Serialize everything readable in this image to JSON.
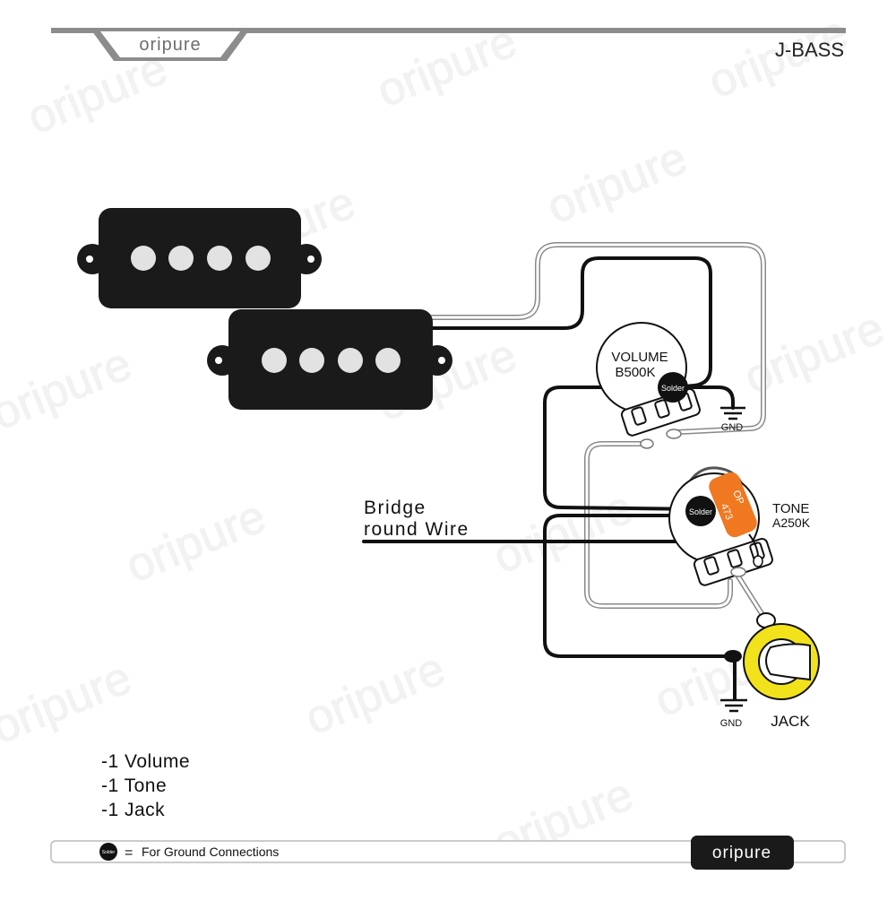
{
  "header": {
    "brand": "oripure",
    "model": "J-BASS"
  },
  "watermark": {
    "text": "oripure"
  },
  "components": {
    "volume": {
      "name": "VOLUME",
      "value": "B500K"
    },
    "tone": {
      "name": "TONE",
      "value": "A250K"
    },
    "capacitor": {
      "line1": "OP",
      "line2": "473"
    },
    "jack": {
      "name": "JACK"
    },
    "ground_label": "GND",
    "solder_label": "Solder"
  },
  "bridge_wire": {
    "line1": "Bridge",
    "line2": "round Wire"
  },
  "parts_list": [
    "-1 Volume",
    "-1 Tone",
    "-1 Jack"
  ],
  "footer": {
    "legend_text": "For Ground Connections",
    "equals": "=",
    "brand": "oripure"
  },
  "colors": {
    "pickup_body": "#1a1a1a",
    "pole_piece": "#e2e2e2",
    "capacitor": "#f07820",
    "jack_ring": "#f2e21c",
    "header_bar": "#8c8c8c",
    "wire_dark": "#111111",
    "wire_light": "#ffffff"
  }
}
